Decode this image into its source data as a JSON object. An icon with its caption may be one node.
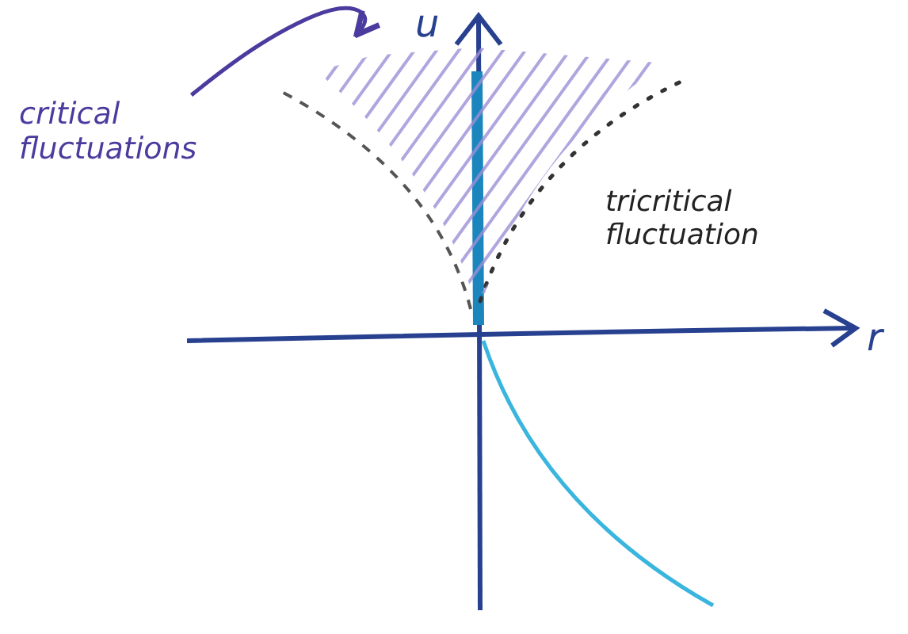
{
  "diagram": {
    "nodes": [
      {
        "text": [
          "critical fluctuations"
        ]
      },
      {
        "text": [],
        "shape": "region"
      }
    ],
    "edges": [
      {
        "from": 0,
        "to": 1,
        "arrow": "to",
        "color": "#4b3b9e"
      }
    ],
    "labels": [
      "u",
      "r",
      "tricritical fluctuation"
    ]
  }
}
